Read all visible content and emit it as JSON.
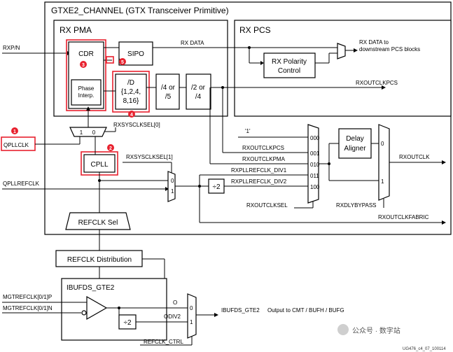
{
  "diagram": {
    "outer_title": "GTXE2_CHANNEL (GTX Transceiver Primitive)",
    "rx_pma_title": "RX PMA",
    "rx_pcs_title": "RX PCS",
    "blocks": {
      "cdr": "CDR",
      "phase_interp_line1": "Phase",
      "phase_interp_line2": "Interp.",
      "sipo": "SIPO",
      "div_d_line1": "/D",
      "div_d_line2": "{1,2,4,",
      "div_d_line3": "8,16}",
      "div_4or5_line1": "/4 or",
      "div_4or5_line2": "/5",
      "div_2or4_line1": "/2 or",
      "div_2or4_line2": "/4",
      "rx_polarity_line1": "RX Polarity",
      "rx_polarity_line2": "Control",
      "delay_aligner_line1": "Delay",
      "delay_aligner_line2": "Aligner",
      "cpll": "CPLL",
      "refclk_sel": "REFCLK Sel",
      "refclk_distribution": "REFCLK Distribution",
      "ibufds_gte2": "IBUFDS_GTE2",
      "div2_a": "÷2",
      "div2_b": "÷2"
    },
    "signals": {
      "rxp_n": "RXP/N",
      "rx_data": "RX DATA",
      "rx_data_to_line1": "RX DATA to",
      "rx_data_to_line2": "downstream PCS blocks",
      "rxoutclkpcs_top": "RXOUTCLKPCS",
      "rxsysclksel0": "RXSYSCLKSEL[0]",
      "rxsysclksel1": "RXSYSCLKSEL[1]",
      "qpllclk": "QPLLCLK",
      "qpllrefclk": "QPLLREFCLK",
      "one_const": "'1'",
      "rxoutclkpcs": "RXOUTCLKPCS",
      "rxoutclkpma": "RXOUTCLKPMA",
      "rxpllrefclk_div1": "RXPLLREFCLK_DIV1",
      "rxpllrefclk_div2": "RXPLLREFCLK_DIV2",
      "rxoutclksel": "RXOUTCLKSEL",
      "rxdlybypass": "RXDLYBYPASS",
      "rxoutclk": "RXOUTCLK",
      "rxoutclkfabric": "RXOUTCLKFABRIC",
      "mgtrefclk_p": "MGTREFCLK[0/1]P",
      "mgtrefclk_n": "MGTREFCLK[0/1]N",
      "o": "O",
      "odiv2": "ODIV2",
      "ibufds_out": "IBUFDS_GTE2",
      "output_to": "Output to CMT / BUFH / BUFG",
      "refclk_ctrl": "REFCLK_CTRL"
    },
    "mux_labels": {
      "sel_1": "1",
      "sel_0": "0",
      "m000": "000",
      "m001": "001",
      "m010": "010",
      "m011": "011",
      "m100": "100",
      "dly_0": "0",
      "dly_1": "1",
      "cpll_0": "0",
      "cpll_1": "1",
      "bot_0": "0",
      "bot_1": "1"
    },
    "markers": [
      "1",
      "2",
      "3",
      "4",
      "5"
    ],
    "watermark": "公众号 · 数字站",
    "figure_id": "UG476_c4_07_100114"
  }
}
